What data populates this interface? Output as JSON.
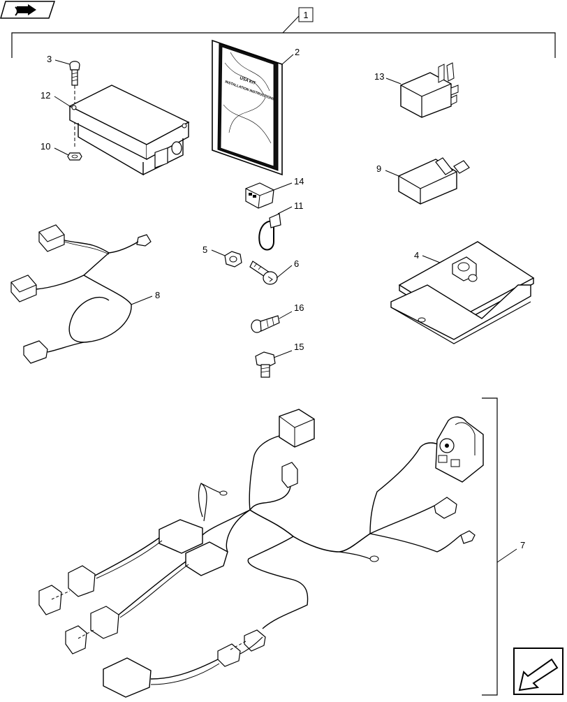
{
  "diagram": {
    "group_label": "1",
    "book_cover_lines": [
      "USA KIT",
      "INSTALLATION INSTRUCTIONS"
    ],
    "parts": [
      {
        "id": "3"
      },
      {
        "id": "12"
      },
      {
        "id": "10"
      },
      {
        "id": "2"
      },
      {
        "id": "13"
      },
      {
        "id": "9"
      },
      {
        "id": "14"
      },
      {
        "id": "11"
      },
      {
        "id": "5"
      },
      {
        "id": "6"
      },
      {
        "id": "16"
      },
      {
        "id": "15"
      },
      {
        "id": "4"
      },
      {
        "id": "8"
      },
      {
        "id": "7"
      }
    ]
  },
  "nav": {
    "top_icon": "book-arrow-icon",
    "bottom_icon": "back-arrow-icon"
  },
  "colors": {
    "line": "#000000",
    "background": "#ffffff"
  }
}
